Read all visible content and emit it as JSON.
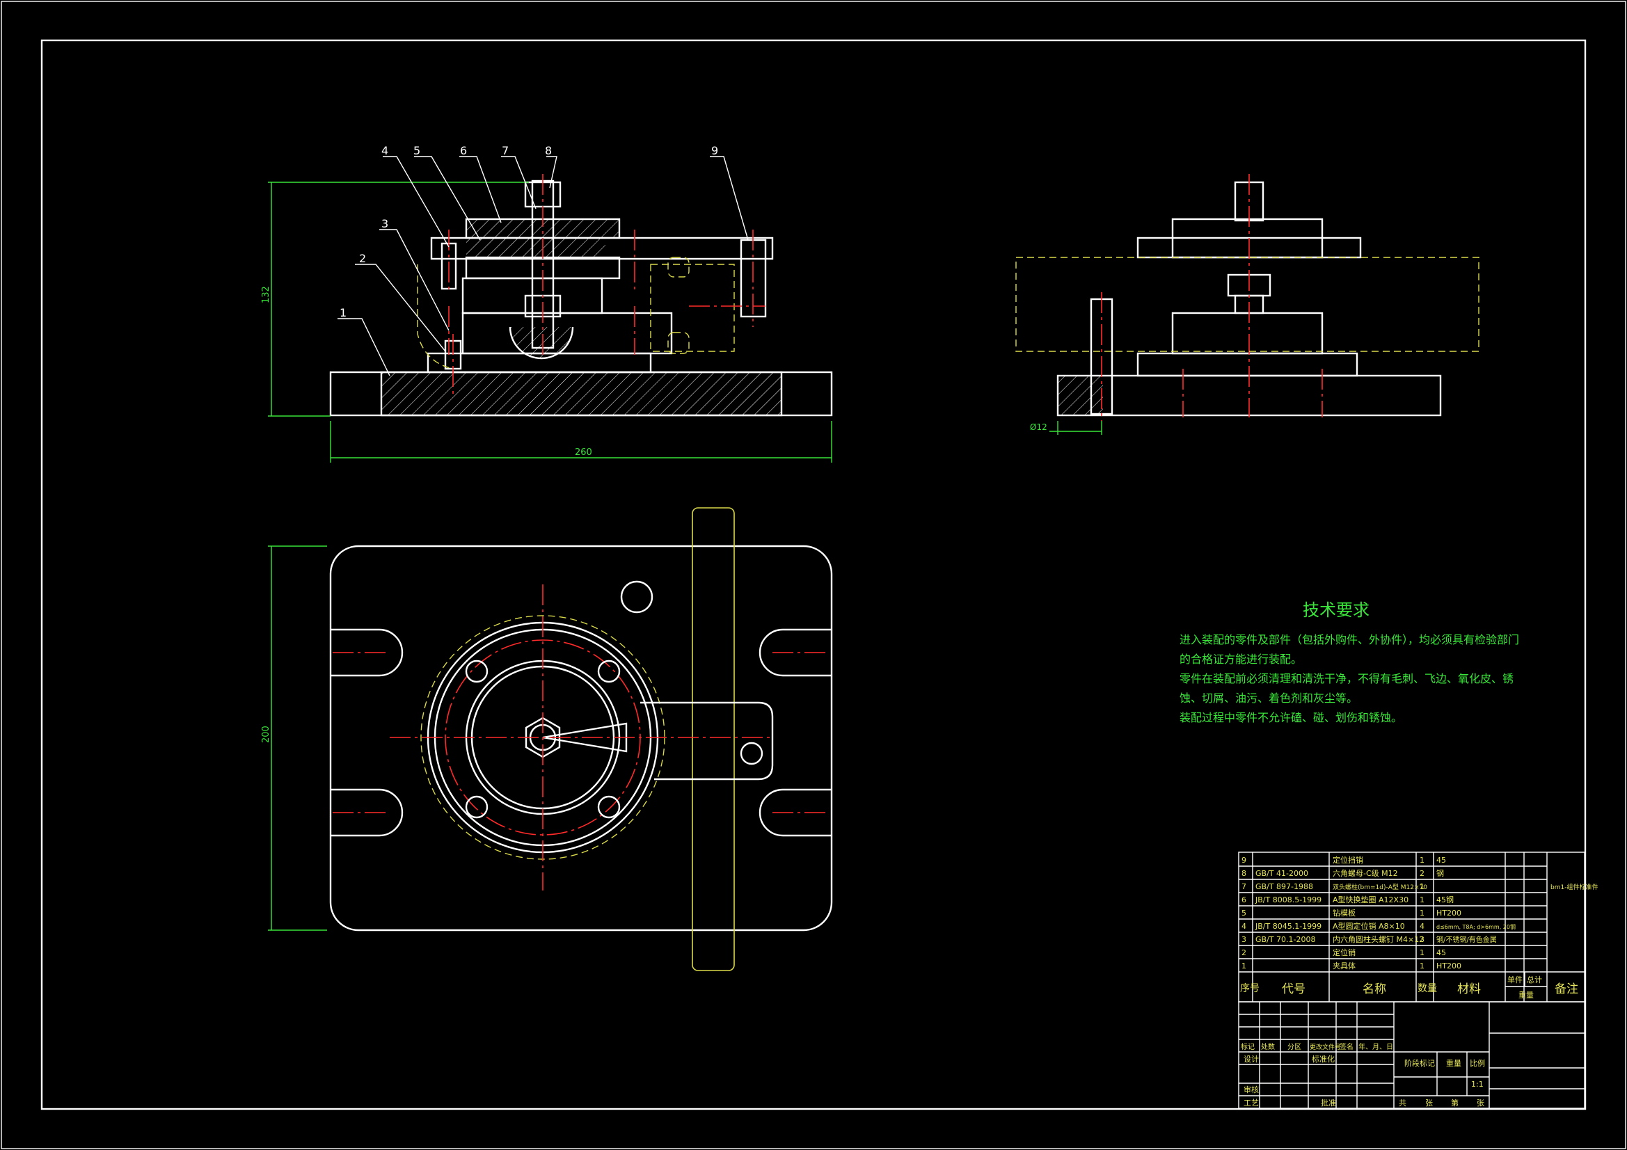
{
  "balloons": [
    "1",
    "2",
    "3",
    "4",
    "5",
    "6",
    "7",
    "8",
    "9"
  ],
  "dims": {
    "front_height": "132",
    "front_width": "260",
    "top_height": "200",
    "side_fit": "Ø12"
  },
  "tech": {
    "title": "技术要求",
    "lines": [
      "进入装配的零件及部件（包括外购件、外协件），均必须具有检验部门",
      "的合格证方能进行装配。",
      "零件在装配前必须清理和清洗干净，不得有毛刺、飞边、氧化皮、锈",
      "蚀、切屑、油污、着色剂和灰尘等。",
      "装配过程中零件不允许磕、碰、划伤和锈蚀。"
    ]
  },
  "bom": {
    "rows": [
      [
        "9",
        "",
        "定位挡销",
        "1",
        "45"
      ],
      [
        "8",
        "GB/T 41-2000",
        "六角螺母-C级 M12",
        "2",
        "钢"
      ],
      [
        "7",
        "GB/T 897-1988",
        "双头螺柱(bm=1d)-A型 M12×70",
        "1",
        ""
      ],
      [
        "6",
        "JB/T 8008.5-1999",
        "A型快换垫圈 A12X30",
        "1",
        "45钢"
      ],
      [
        "5",
        "",
        "钻模板",
        "1",
        "HT200"
      ],
      [
        "4",
        "JB/T 8045.1-1999",
        "A型圆定位销 A8×10",
        "4",
        "d≤6mm, T8A; d>6mm, 20钢"
      ],
      [
        "3",
        "GB/T 70.1-2008",
        "内六角圆柱头螺钉 M4×12",
        "3",
        "钢/不锈钢/有色金属"
      ],
      [
        "2",
        "",
        "定位销",
        "1",
        "45"
      ],
      [
        "1",
        "",
        "夹具体",
        "1",
        "HT200"
      ]
    ],
    "header": [
      "序号",
      "代号",
      "名称",
      "数量",
      "材料",
      "单件",
      "总计",
      "重量",
      "备注"
    ],
    "drawing_name": "bm1-组件标准件"
  },
  "title_block": {
    "row_labels": [
      "标记",
      "处数",
      "分区",
      "更改文件号",
      "签名",
      "年、月、日"
    ],
    "design": "设计",
    "standardize": "标准化",
    "stage_mark": "阶段标记",
    "weight": "重量",
    "scale": "比例",
    "scale_value": "1:1",
    "review": "审核",
    "process": "工艺",
    "approve": "批准",
    "sheets": [
      "共",
      "张",
      "第",
      "张"
    ]
  }
}
